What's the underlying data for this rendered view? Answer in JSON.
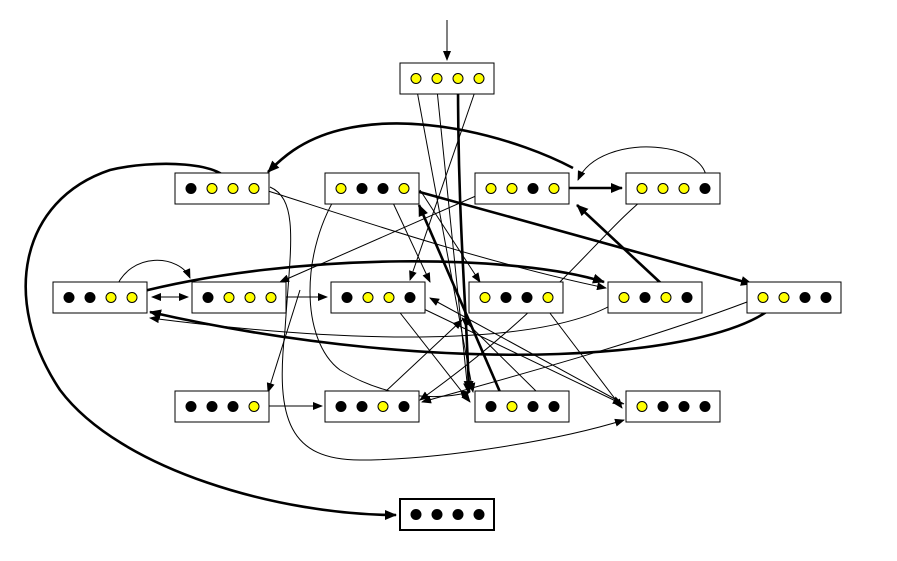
{
  "colors": {
    "background": "#ffffff",
    "stroke": "#000000",
    "dot_active": "#ffff00",
    "dot_inactive": "#000000"
  },
  "nodes": [
    {
      "id": "top",
      "dots": [
        1,
        1,
        1,
        1
      ]
    },
    {
      "id": "r1a",
      "dots": [
        0,
        1,
        1,
        1
      ]
    },
    {
      "id": "r1b",
      "dots": [
        1,
        0,
        0,
        1
      ]
    },
    {
      "id": "r1c",
      "dots": [
        1,
        1,
        0,
        1
      ]
    },
    {
      "id": "r1d",
      "dots": [
        1,
        1,
        1,
        0
      ]
    },
    {
      "id": "r2a",
      "dots": [
        0,
        0,
        1,
        1
      ]
    },
    {
      "id": "r2b",
      "dots": [
        0,
        1,
        1,
        1
      ]
    },
    {
      "id": "r2c",
      "dots": [
        0,
        1,
        1,
        0
      ]
    },
    {
      "id": "r2d",
      "dots": [
        1,
        0,
        0,
        1
      ]
    },
    {
      "id": "r2e",
      "dots": [
        1,
        0,
        1,
        0
      ]
    },
    {
      "id": "r2f",
      "dots": [
        1,
        1,
        0,
        0
      ]
    },
    {
      "id": "r3a",
      "dots": [
        0,
        0,
        0,
        1
      ]
    },
    {
      "id": "r3b",
      "dots": [
        0,
        0,
        1,
        0
      ]
    },
    {
      "id": "r3c",
      "dots": [
        0,
        1,
        0,
        0
      ]
    },
    {
      "id": "r3d",
      "dots": [
        1,
        0,
        0,
        0
      ]
    },
    {
      "id": "bot",
      "dots": [
        0,
        0,
        0,
        0
      ]
    }
  ]
}
